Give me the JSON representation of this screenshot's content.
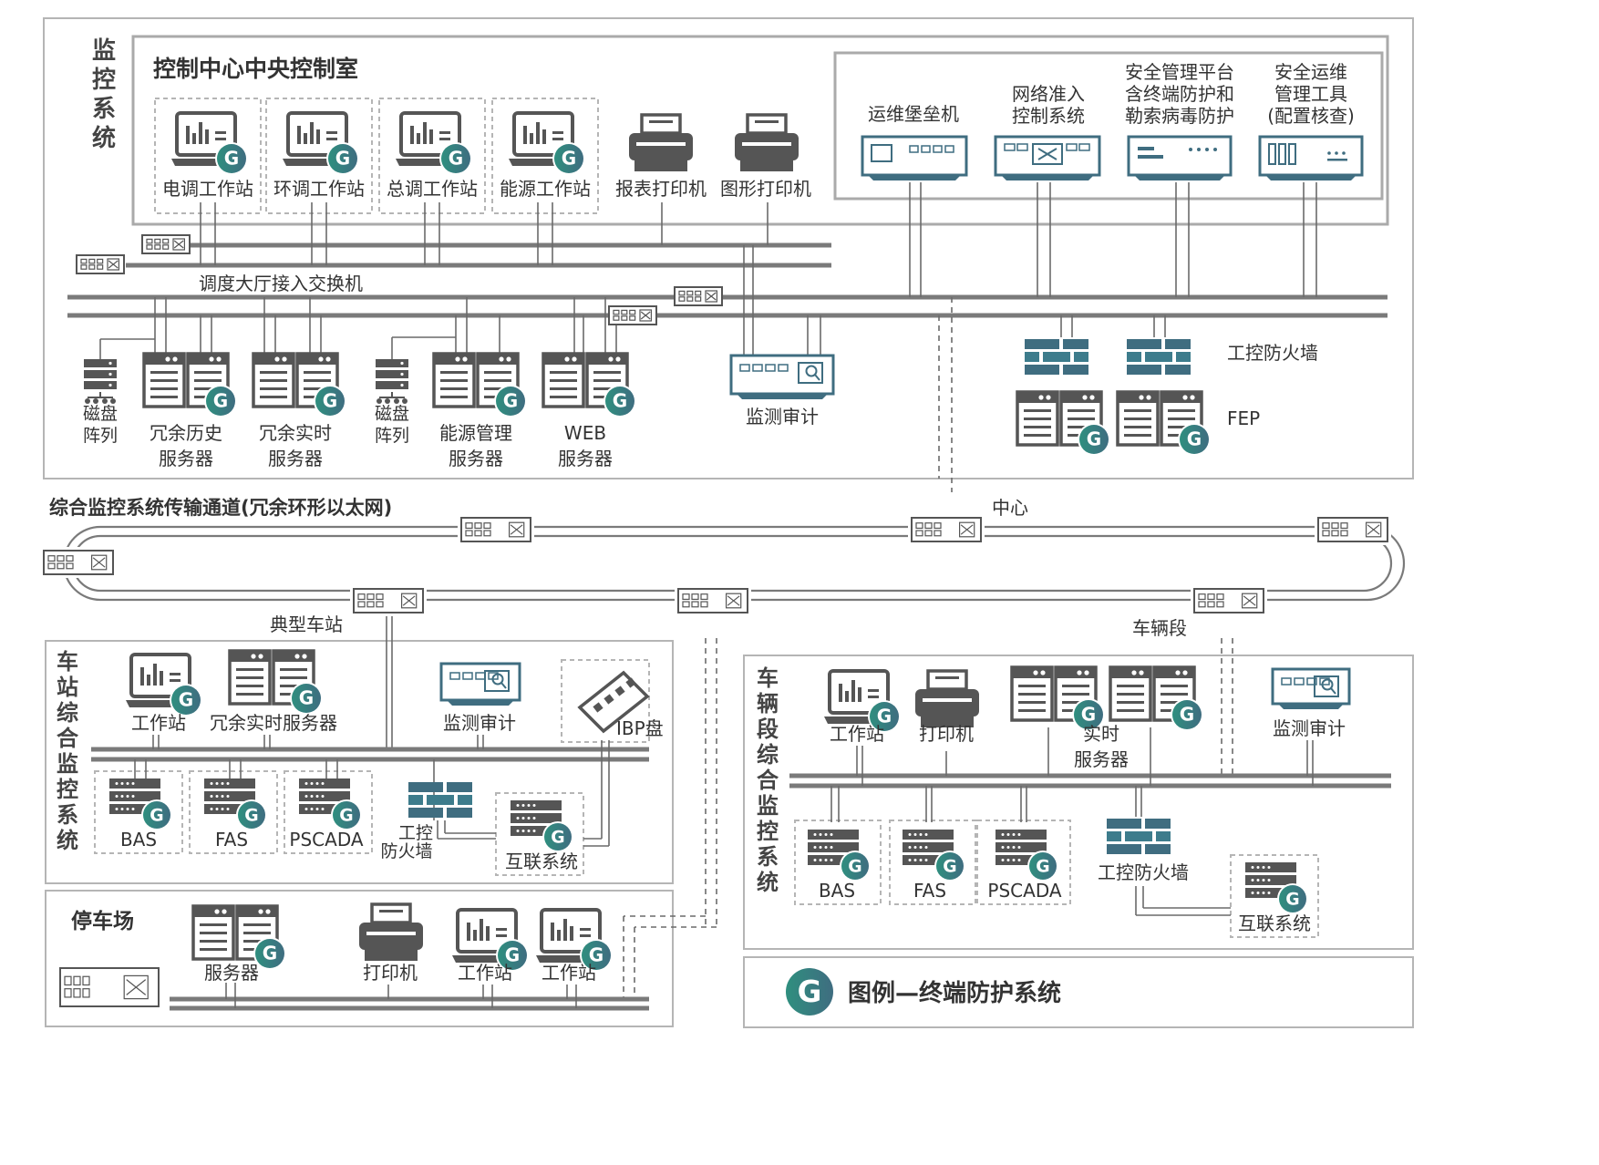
{
  "colors": {
    "teal": "#2f8f7f",
    "teal_dark": "#3f6d80",
    "gray_dark": "#555555",
    "gray_mid": "#7a7a7a",
    "line": "#6a6a6a",
    "border": "#b5b5b5"
  },
  "legend_badge": "G",
  "monitor": {
    "side_title": "监控系统",
    "control_room": "控制中心中央控制室",
    "workstations": [
      "电调工作站",
      "环调工作站",
      "总调工作站",
      "能源工作站"
    ],
    "printers": [
      "报表打印机",
      "图形打印机"
    ],
    "security": {
      "bastion": "运维堡垒机",
      "nac": [
        "网络准入",
        "控制系统"
      ],
      "mgmt": [
        "安全管理平台",
        "含终端防护和",
        "勒索病毒防护"
      ],
      "ops": [
        "安全运维",
        "管理工具",
        "(配置核查)"
      ]
    },
    "switch_label": "调度大厅接入交换机",
    "servers": {
      "disk1": [
        "磁盘",
        "阵列"
      ],
      "history": [
        "冗余历史",
        "服务器"
      ],
      "realtime": [
        "冗余实时",
        "服务器"
      ],
      "disk2": [
        "磁盘",
        "阵列"
      ],
      "energy": [
        "能源管理",
        "服务器"
      ],
      "web": [
        "WEB",
        "服务器"
      ]
    },
    "audit": "监测审计",
    "firewall": "工控防火墙",
    "fep": "FEP"
  },
  "ring": {
    "title": "综合监控系统传输通道(冗余环形以太网)",
    "center": "中心",
    "station": "典型车站",
    "depot": "车辆段"
  },
  "station": {
    "side_title": "车站综合监控系统",
    "workstation": "工作站",
    "rt_server": "冗余实时服务器",
    "audit": "监测审计",
    "ibp": "IBP盘",
    "bas": "BAS",
    "fas": "FAS",
    "pscada": "PSCADA",
    "firewall": [
      "工控",
      "防火墙"
    ],
    "interconnect": "互联系统"
  },
  "parking": {
    "title": "停车场",
    "server": "服务器",
    "printer": "打印机",
    "ws1": "工作站",
    "ws2": "工作站"
  },
  "depot": {
    "side_title": "车辆段综合监控系统",
    "workstation": "工作站",
    "printer": "打印机",
    "rt_server": [
      "实时",
      "服务器"
    ],
    "audit": "监测审计",
    "bas": "BAS",
    "fas": "FAS",
    "pscada": "PSCADA",
    "firewall": "工控防火墙",
    "interconnect": "互联系统"
  },
  "legend": {
    "text": "图例—终端防护系统"
  }
}
